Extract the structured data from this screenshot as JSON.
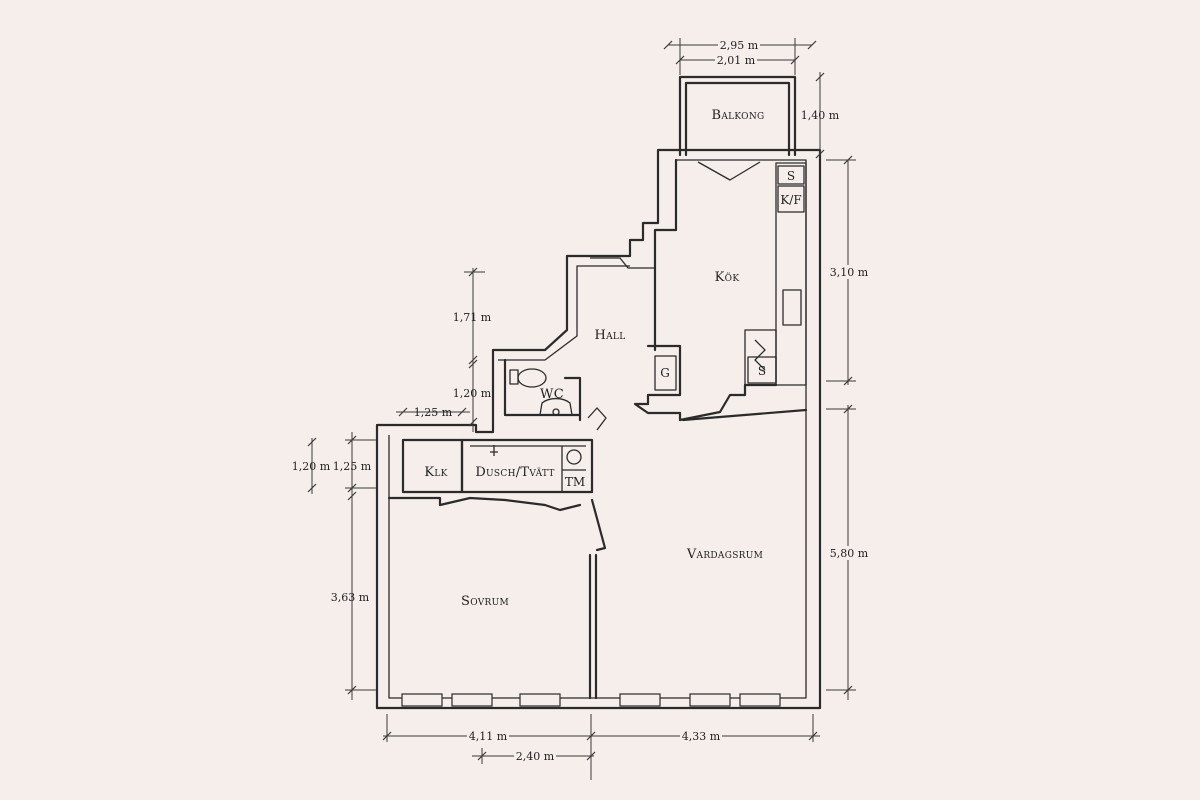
{
  "rooms": {
    "balkong": "Balkong",
    "kok": "Kök",
    "hall": "Hall",
    "wc": "WC",
    "klk": "Klk",
    "dusch": "Dusch/Tvätt",
    "vardagsrum": "Vardagsrum",
    "sovrum": "Sovrum"
  },
  "fixtures": {
    "s_top": "S",
    "kf": "K/F",
    "s_bottom": "S",
    "g": "G",
    "tm": "TM"
  },
  "dimensions": {
    "balcony_outer_width": "2,95 m",
    "balcony_inner_width": "2,01 m",
    "balcony_depth": "1,40 m",
    "kitchen_length": "3,10 m",
    "hall_length": "1,71 m",
    "wc_length": "1,20 m",
    "klk_width": "1,25 m",
    "klk_height_outer": "1,20 m",
    "klk_height_inner": "1,25 m",
    "bedroom_height": "3,63 m",
    "living_height": "5,80 m",
    "bedroom_width": "4,11 m",
    "living_width": "4,33 m",
    "bottom_partial": "2,40 m"
  }
}
